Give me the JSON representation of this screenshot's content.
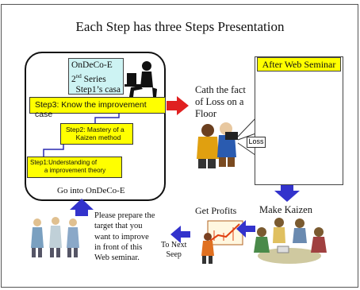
{
  "title": "Each Step has three Steps Presentation",
  "ondeco": {
    "line1": "OnDeCo-E",
    "line2_num": "2",
    "line2_sup": "nd",
    "line2_rest": " Series",
    "line3": "Step1’s casa"
  },
  "steps": {
    "step3": "Step3: Know the improvement case",
    "step2_line1": "Step2: Mastery of a",
    "step2_line2": "Kaizen method",
    "step1_line1": "Step1:Understanding of",
    "step1_line2": "a improvement theory"
  },
  "go_into": "Go into OnDeCo-E",
  "cath": {
    "line1": "Cath the fact",
    "line2": "of Loss on a",
    "line3": "Floor"
  },
  "after_seminar": "After Web Seminar",
  "loss": "Loss",
  "make_kaizen": "Make Kaizen",
  "get_profits": "Get Profits",
  "prepare": {
    "line1": "Please prepare the",
    "line2": "target that you",
    "line3": "want to improve",
    "line4": "in front of this",
    "line5": "Web seminar."
  },
  "next_step": {
    "line1": "To Next",
    "line2": "Seep"
  },
  "colors": {
    "accent_arrow": "#3333cc",
    "red_arrow": "#e02020",
    "step_bg": "#ffff00",
    "ondeco_bg": "#cdf3f3"
  }
}
